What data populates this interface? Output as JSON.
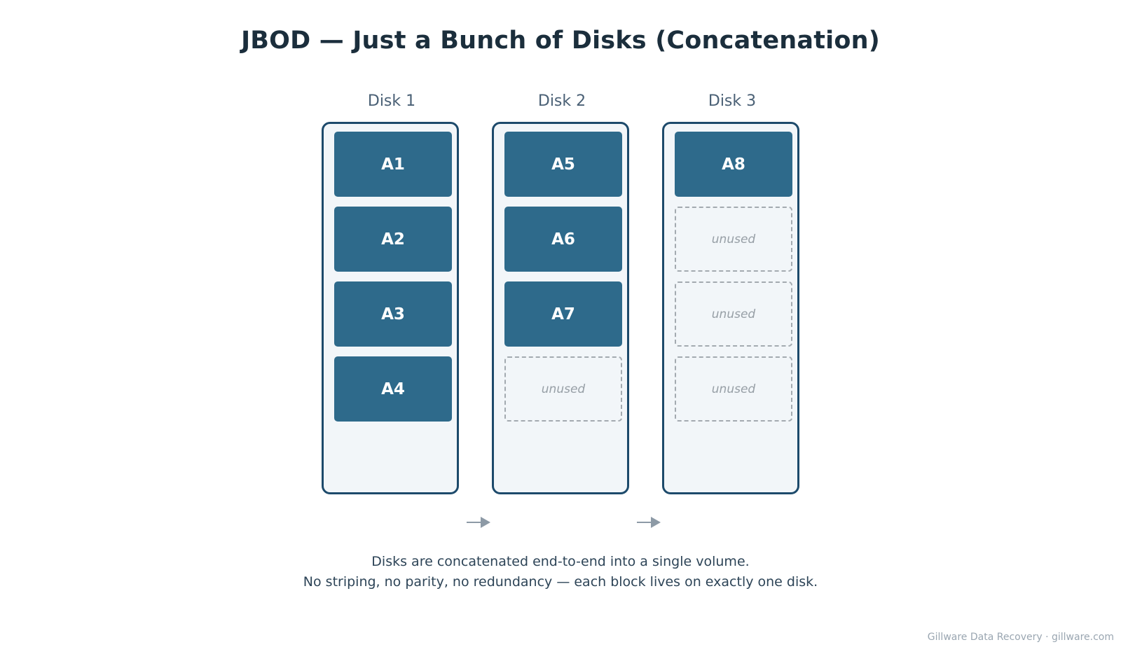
{
  "title": "JBOD — Just a Bunch of Disks (Concatenation)",
  "disks": [
    {
      "label": "Disk 1",
      "blocks": [
        {
          "text": "A1",
          "state": "used"
        },
        {
          "text": "A2",
          "state": "used"
        },
        {
          "text": "A3",
          "state": "used"
        },
        {
          "text": "A4",
          "state": "used"
        }
      ]
    },
    {
      "label": "Disk 2",
      "blocks": [
        {
          "text": "A5",
          "state": "used"
        },
        {
          "text": "A6",
          "state": "used"
        },
        {
          "text": "A7",
          "state": "used"
        },
        {
          "text": "unused",
          "state": "unused"
        }
      ]
    },
    {
      "label": "Disk 3",
      "blocks": [
        {
          "text": "A8",
          "state": "used"
        },
        {
          "text": "unused",
          "state": "unused"
        },
        {
          "text": "unused",
          "state": "unused"
        },
        {
          "text": "unused",
          "state": "unused"
        }
      ]
    }
  ],
  "arrows": [
    "arrow-right-icon",
    "arrow-right-icon"
  ],
  "caption": {
    "line1": "Disks are concatenated end-to-end into a single volume.",
    "line2": "No striping, no parity, no redundancy — each block lives on exactly one disk."
  },
  "watermark": "Gillware Data Recovery · gillware.com",
  "colors": {
    "used_block": "#2e6a8b",
    "disk_border": "#1d4a6b",
    "disk_fill": "#f2f6f9",
    "title": "#1b2e3c"
  }
}
